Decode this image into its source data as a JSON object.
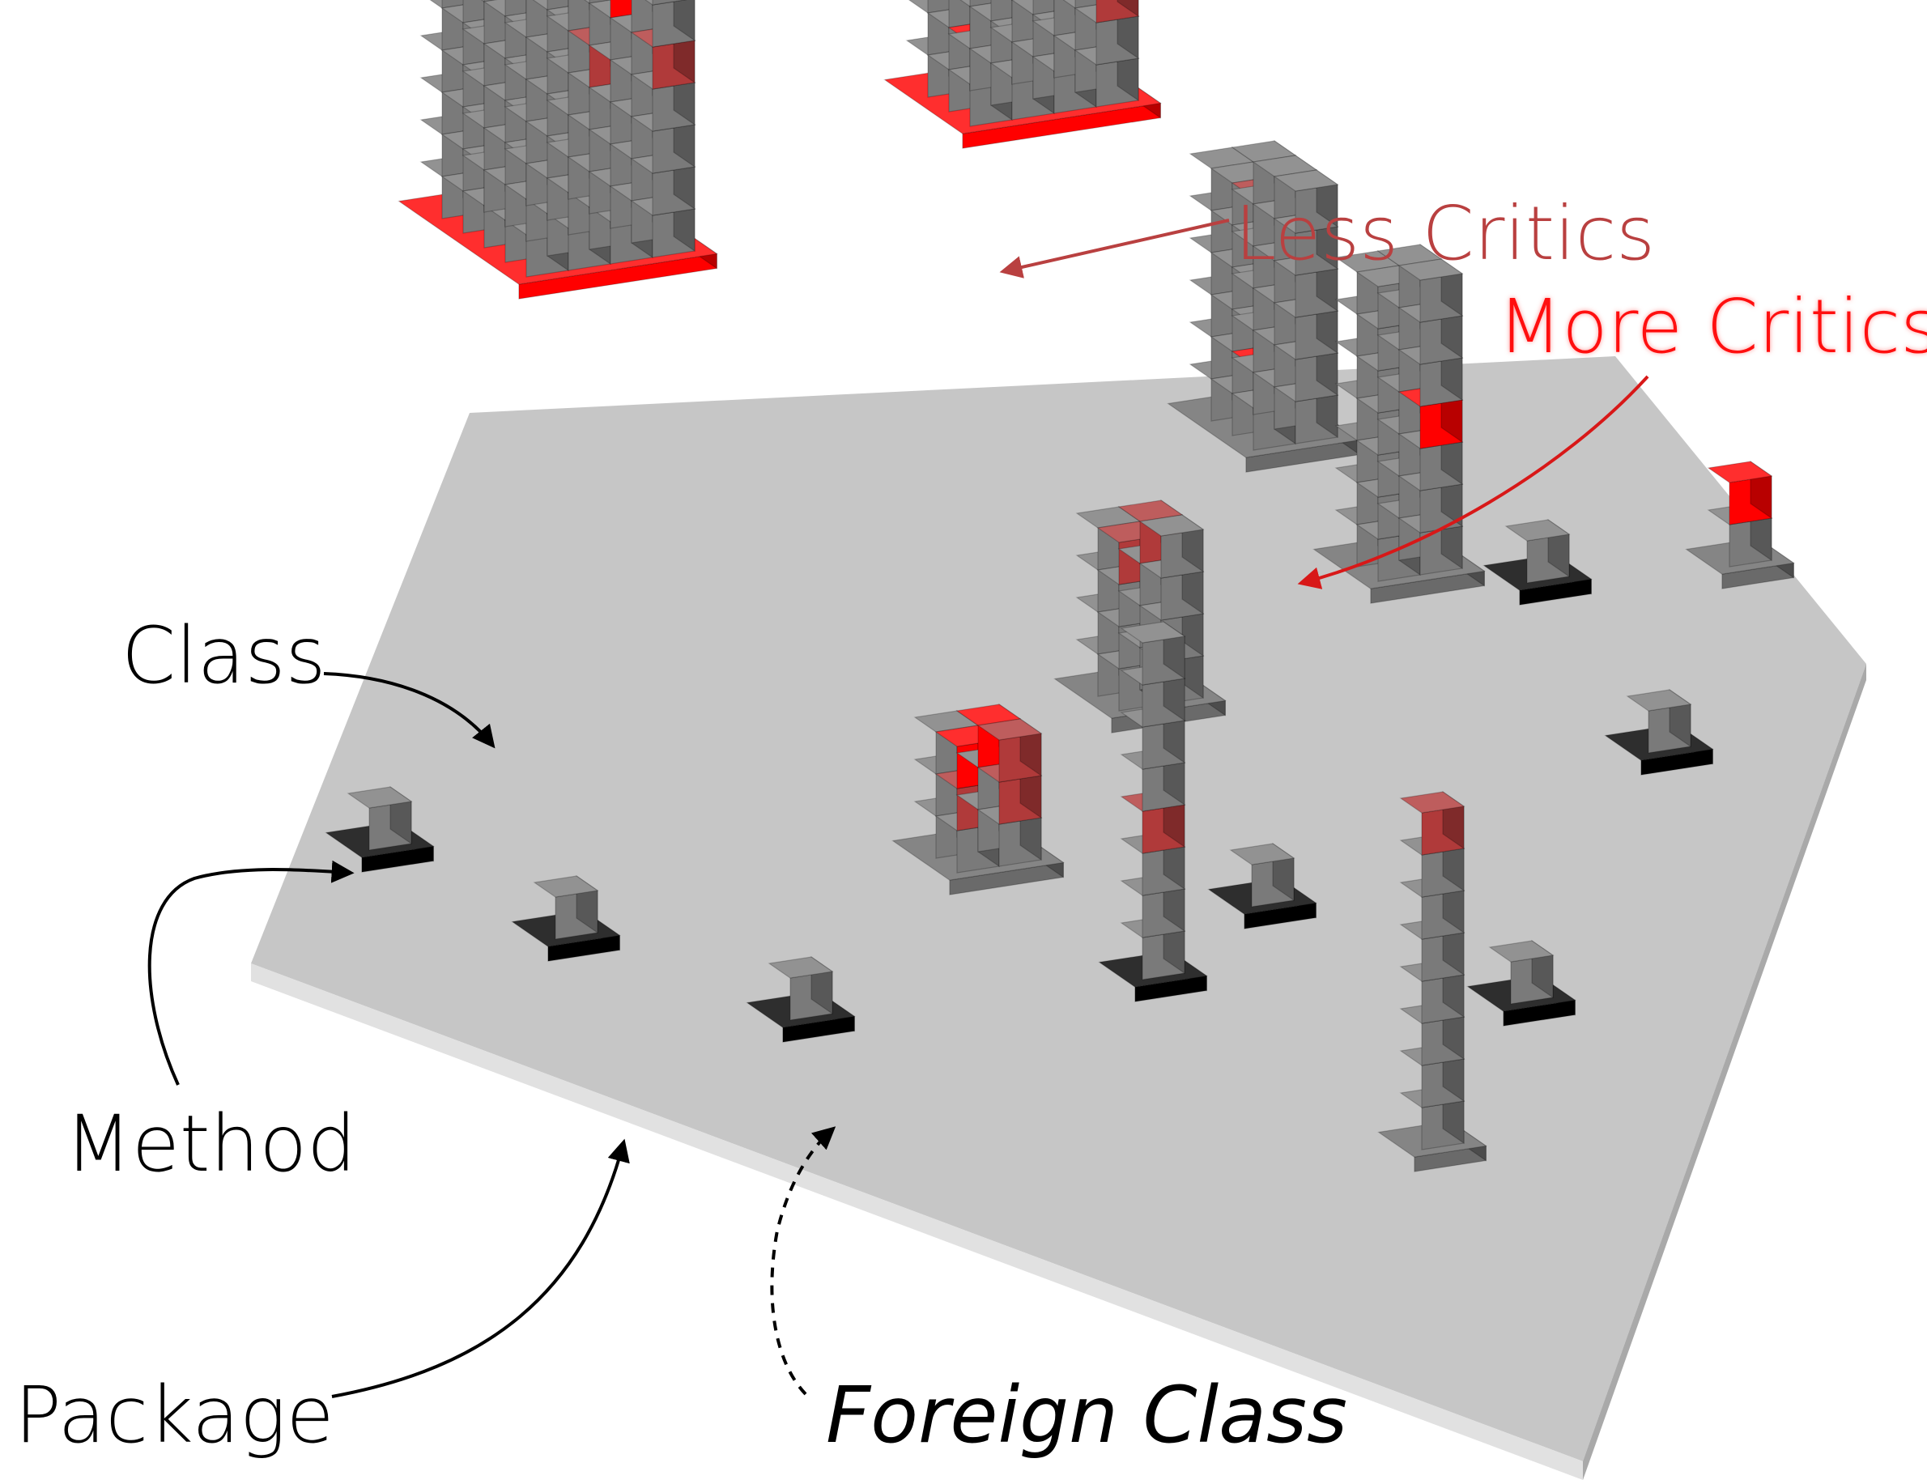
{
  "labels": {
    "class": "Class",
    "method": "Method",
    "package": "Package",
    "foreign_class": "Foreign Class",
    "less_critics": "Less Critics",
    "more_critics": "More Critics"
  },
  "colors": {
    "method_gray": "#7a7a7a",
    "critic_less": "#b03a3a",
    "critic_more": "#ff0000",
    "package_plate": "#c6c6c6",
    "foreign_base": "#000000",
    "class_base": "#6a6a6a"
  }
}
